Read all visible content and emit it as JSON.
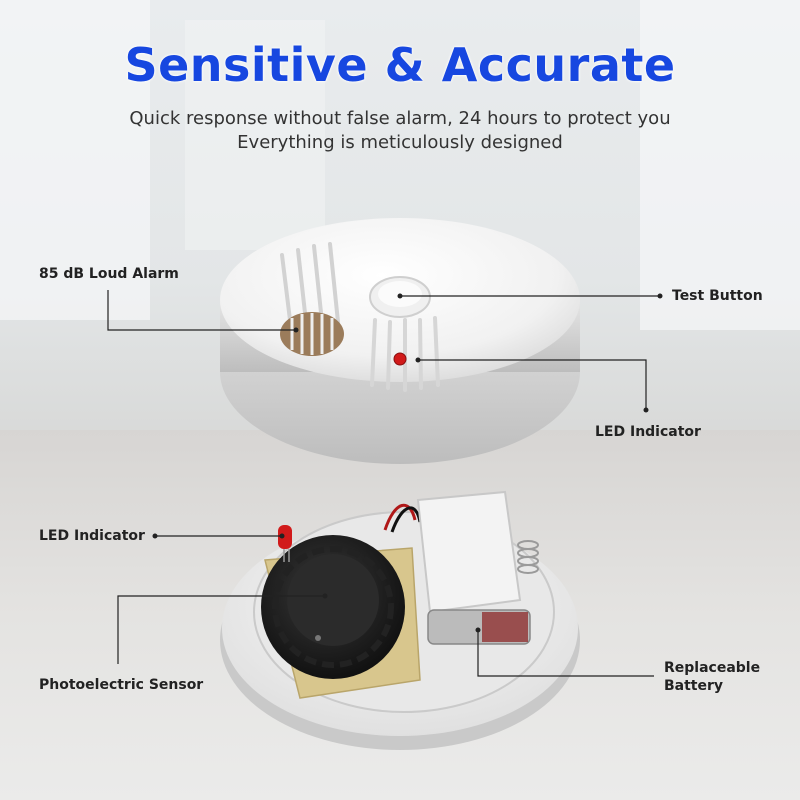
{
  "title": "Sensitive & Accurate",
  "subtitle_line1": "Quick response without false alarm, 24 hours to protect you",
  "subtitle_line2": "Everything is meticulously designed",
  "callouts": {
    "loud_alarm": "85 dB Loud Alarm",
    "test_button": "Test Button",
    "led_top": "LED Indicator",
    "led_bottom": "LED Indicator",
    "sensor": "Photoelectric Sensor",
    "battery_line1": "Replaceable",
    "battery_line2": "Battery"
  },
  "colors": {
    "title": "#1747e0",
    "led": "#d11a1a"
  }
}
